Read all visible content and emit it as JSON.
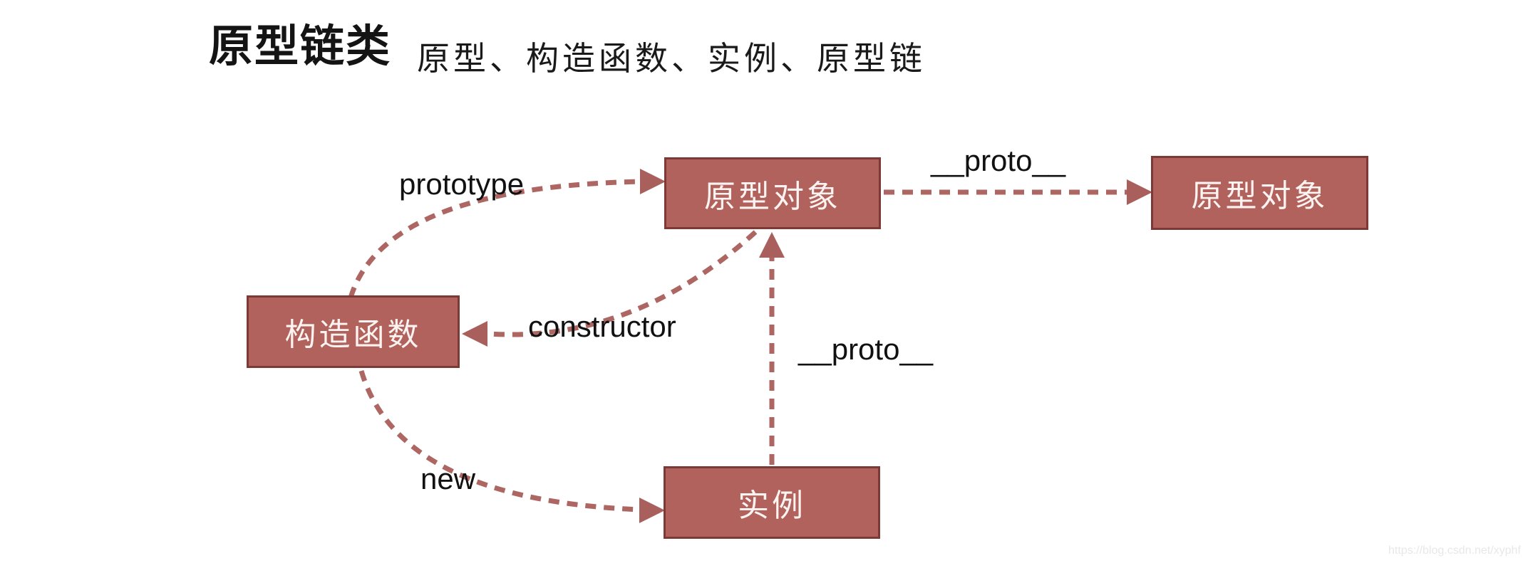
{
  "header": {
    "title": "原型链类",
    "subtitle": "原型、构造函数、实例、原型链"
  },
  "nodes": {
    "prototype_object_1": {
      "label": "原型对象"
    },
    "prototype_object_2": {
      "label": "原型对象"
    },
    "constructor_fn": {
      "label": "构造函数"
    },
    "instance": {
      "label": "实例"
    }
  },
  "edges": {
    "prototype": {
      "label": "prototype",
      "from": "constructor_fn",
      "to": "prototype_object_1"
    },
    "proto_top": {
      "label": "__proto__",
      "from": "prototype_object_1",
      "to": "prototype_object_2"
    },
    "constructor": {
      "label": "constructor",
      "from": "prototype_object_1",
      "to": "constructor_fn"
    },
    "proto_vertical": {
      "label": "__proto__",
      "from": "instance",
      "to": "prototype_object_1"
    },
    "new": {
      "label": "new",
      "from": "constructor_fn",
      "to": "instance"
    }
  },
  "watermark": {
    "text": "https://blog.csdn.net/xyphf"
  },
  "colors": {
    "background": "#ffffff",
    "node_fill": "#b1625c",
    "node_border": "#7c3936",
    "node_text": "#fdf4f2",
    "arrow": "#ad6662",
    "label_text": "#111111",
    "watermark": "#e8e8e8"
  }
}
